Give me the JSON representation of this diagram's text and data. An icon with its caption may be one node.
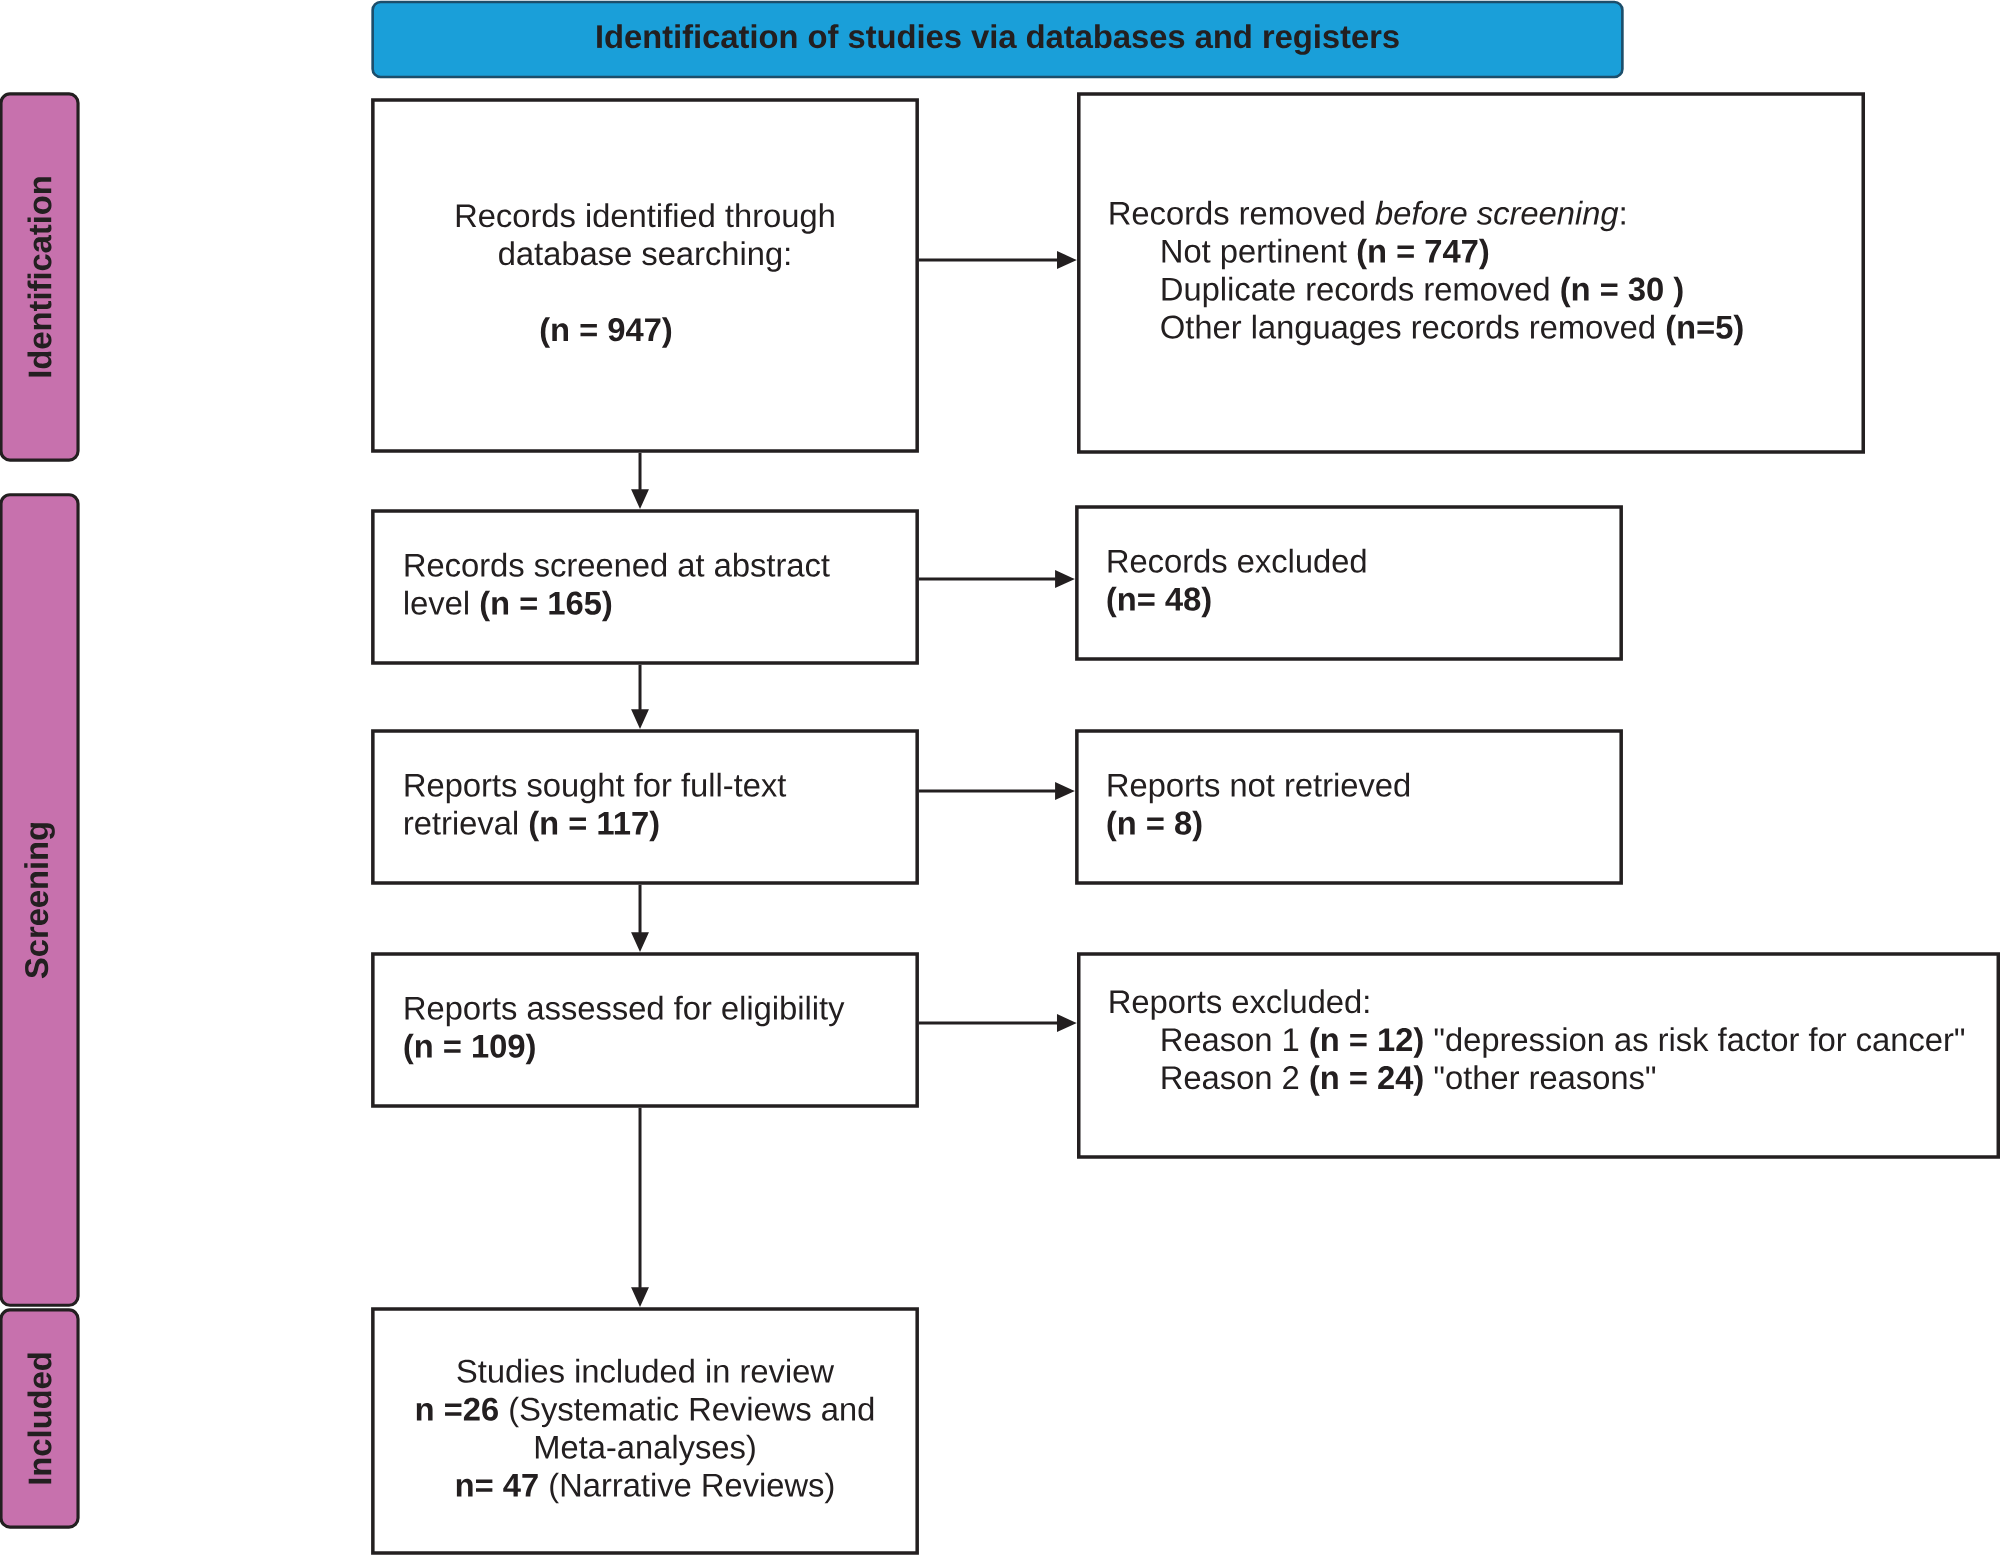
{
  "diagram": {
    "nodes": [
      {
        "text": [
          "Identification of studies via databases and registers"
        ]
      },
      {
        "text": [
          "Identification"
        ]
      },
      {
        "text": [
          "Records identified through database searching:",
          "(n = 947)"
        ]
      },
      {
        "text": [
          "Records removed *before screening*:",
          "Not pertinent **(n = 747)**",
          "Duplicate records removed **(n = 30 )**",
          "Other languages records removed **(n=5)**"
        ]
      },
      {
        "text": [
          "Screening"
        ]
      },
      {
        "text": [
          "Records screened at abstract level **(n = 165)**"
        ]
      },
      {
        "text": [
          "Records excluded",
          "(n= 48)"
        ]
      },
      {
        "text": [
          "Reports sought for full-text retrieval **(n = 117)**"
        ]
      },
      {
        "text": [
          "Reports not retrieved",
          "(n = 8)"
        ]
      },
      {
        "text": [
          "Reports assessed for eligibility",
          "(n = 109)"
        ]
      },
      {
        "text": [
          "Reports excluded:",
          "Reason 1 **(n = 12)** \"depression as risk factor for cancer\"",
          "Reason 2 **(n = 24)** \"other reasons\""
        ]
      },
      {
        "text": [
          "Included"
        ]
      },
      {
        "text": [
          "Studies included in review",
          "**n =26** (Systematic Reviews and Meta-analyses)",
          "**n= 47** (Narrative Reviews)"
        ]
      }
    ],
    "edges": [
      {
        "from": 2,
        "to": 3,
        "arrow": "to"
      },
      {
        "from": 2,
        "to": 5,
        "arrow": "to"
      },
      {
        "from": 5,
        "to": 6,
        "arrow": "to"
      },
      {
        "from": 5,
        "to": 7,
        "arrow": "to"
      },
      {
        "from": 7,
        "to": 8,
        "arrow": "to"
      },
      {
        "from": 7,
        "to": 9,
        "arrow": "to"
      },
      {
        "from": 9,
        "to": 10,
        "arrow": "to"
      },
      {
        "from": 9,
        "to": 12,
        "arrow": "to"
      }
    ]
  }
}
